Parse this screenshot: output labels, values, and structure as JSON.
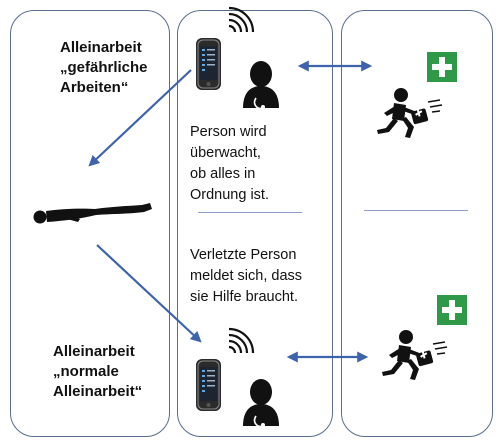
{
  "left_panel": {
    "top_label_lines": [
      "Alleinarbeit",
      "„gefährliche",
      "Arbeiten“"
    ],
    "bottom_label_lines": [
      "Alleinarbeit",
      "„normale",
      "Alleinarbeit“"
    ]
  },
  "middle_panel": {
    "monitor_text_lines": [
      "Person wird",
      "überwacht,",
      "ob alles in",
      "Ordnung ist."
    ],
    "alarm_text_lines": [
      "Verletzte Person",
      "meldet sich, dass",
      "sie Hilfe braucht."
    ]
  },
  "colors": {
    "panel_border": "#5a6d8c",
    "arrow": "#3e63ad",
    "first_aid_green": "#2e9a48",
    "divider": "#8e9cc8"
  },
  "icons": [
    "smartphone-icon",
    "signal-waves-icon",
    "person-icon",
    "lying-person-icon",
    "first-aid-icon",
    "running-rescuer-icon"
  ]
}
